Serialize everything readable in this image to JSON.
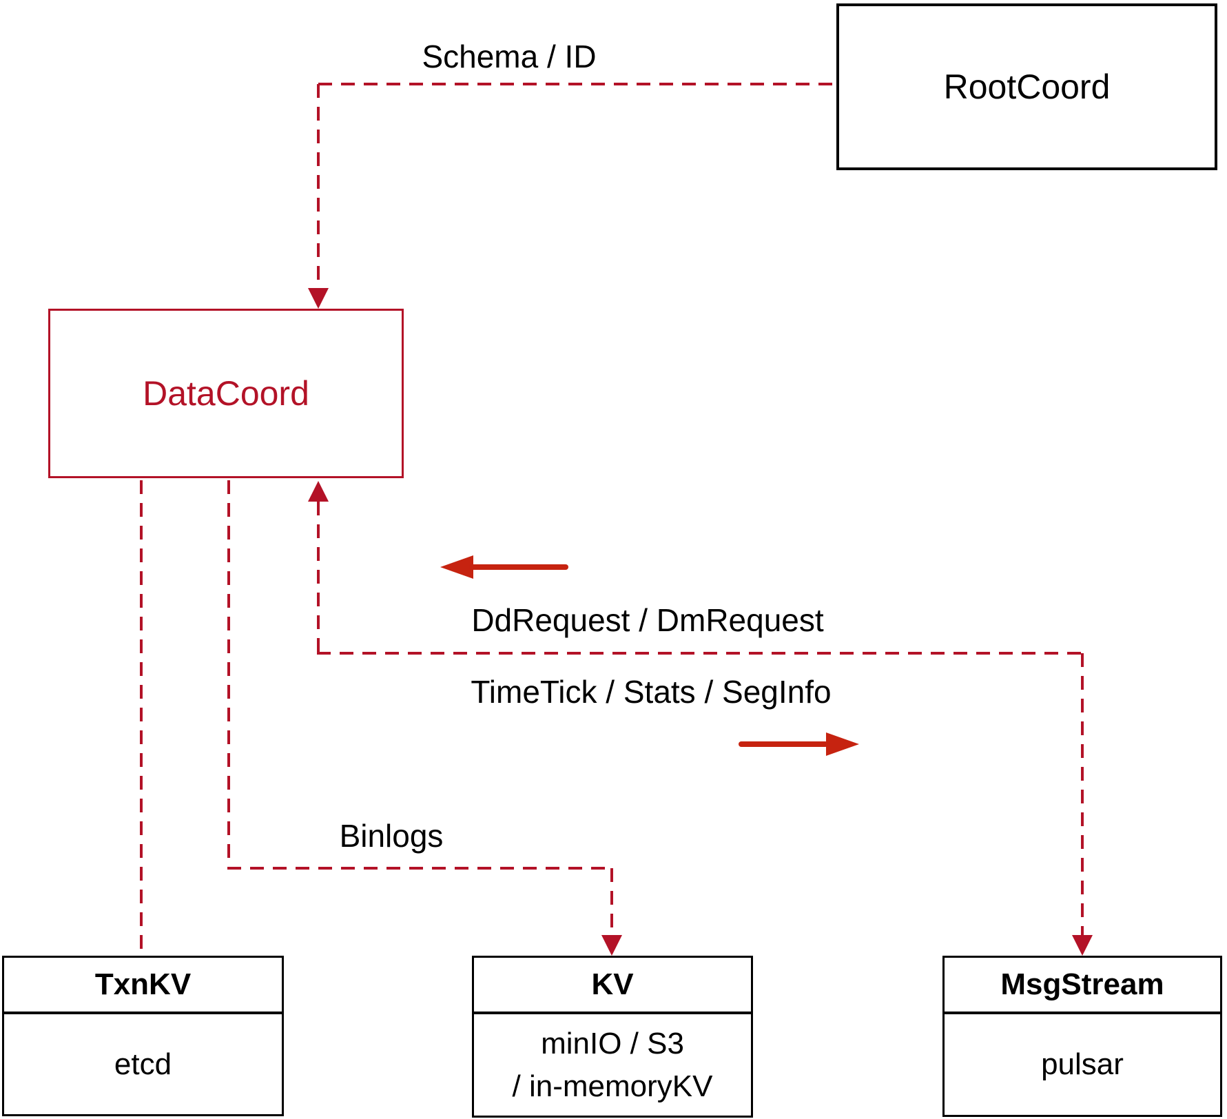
{
  "nodes": {
    "rootcoord": {
      "label": "RootCoord"
    },
    "datacoord": {
      "label": "DataCoord"
    },
    "txnkv": {
      "title": "TxnKV",
      "body": "etcd"
    },
    "kv": {
      "title": "KV",
      "body_line1": "minIO / S3",
      "body_line2": "/ in-memoryKV"
    },
    "msgstream": {
      "title": "MsgStream",
      "body": "pulsar"
    }
  },
  "edge_labels": {
    "schema_id": "Schema / ID",
    "dd_dm_request": "DdRequest / DmRequest",
    "timetick_stats_seginfo": "TimeTick / Stats / SegInfo",
    "binlogs": "Binlogs"
  },
  "colors": {
    "dashed_line_red": "#b31227",
    "solid_arrow_red": "#c62310",
    "box_border_black": "#000000",
    "background": "#ffffff"
  }
}
